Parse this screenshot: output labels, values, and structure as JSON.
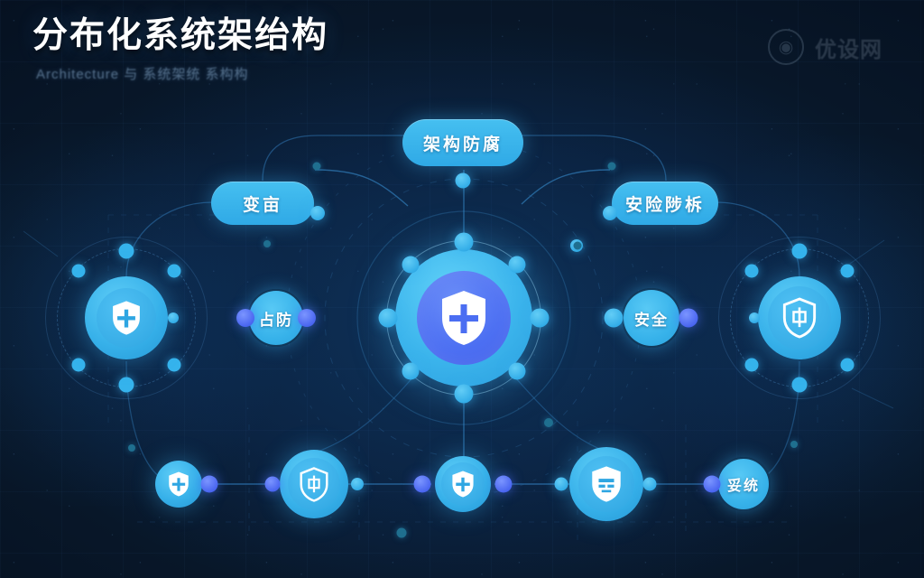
{
  "header": {
    "title": "分布化系统架绐构",
    "subtitle": "Architecture 与 系统架统 系构构"
  },
  "watermark": {
    "mark_icon": "circular-logo-icon",
    "text": "优设网"
  },
  "diagram": {
    "hub": {
      "label": "",
      "icon": "shield-plus-icon"
    },
    "pills": [
      {
        "id": "pill-top",
        "text": "架构防腐",
        "icon": ""
      },
      {
        "id": "pill-left",
        "text": "变亩",
        "icon": ""
      },
      {
        "id": "pill-right",
        "text": "安险陟柝",
        "icon": ""
      }
    ],
    "circle_labels": [
      {
        "id": "circle-left-mid",
        "text": "占防"
      },
      {
        "id": "circle-right-mid",
        "text": "安全"
      },
      {
        "id": "circle-bottom-right",
        "text": "妥统"
      }
    ],
    "icon_nodes": [
      {
        "id": "node-far-left",
        "icon": "shield-plus-icon",
        "style": "filled"
      },
      {
        "id": "node-far-right",
        "icon": "shield-zhong-icon",
        "style": "outline"
      },
      {
        "id": "node-bottom-1",
        "icon": "shield-plus-icon",
        "style": "filled"
      },
      {
        "id": "node-bottom-2",
        "icon": "shield-zhong-icon",
        "style": "outline"
      },
      {
        "id": "node-bottom-3",
        "icon": "shield-plus-icon",
        "style": "filled"
      },
      {
        "id": "node-bottom-4",
        "icon": "shield-lock-icon",
        "style": "filled"
      }
    ]
  },
  "colors": {
    "background": "#0a1628",
    "accent_cyan": "#35b3ec",
    "accent_blue": "#4a66f0",
    "hub_core": "#4b6ef2",
    "text_white": "#ffffff",
    "line": "#2e6fa8"
  }
}
